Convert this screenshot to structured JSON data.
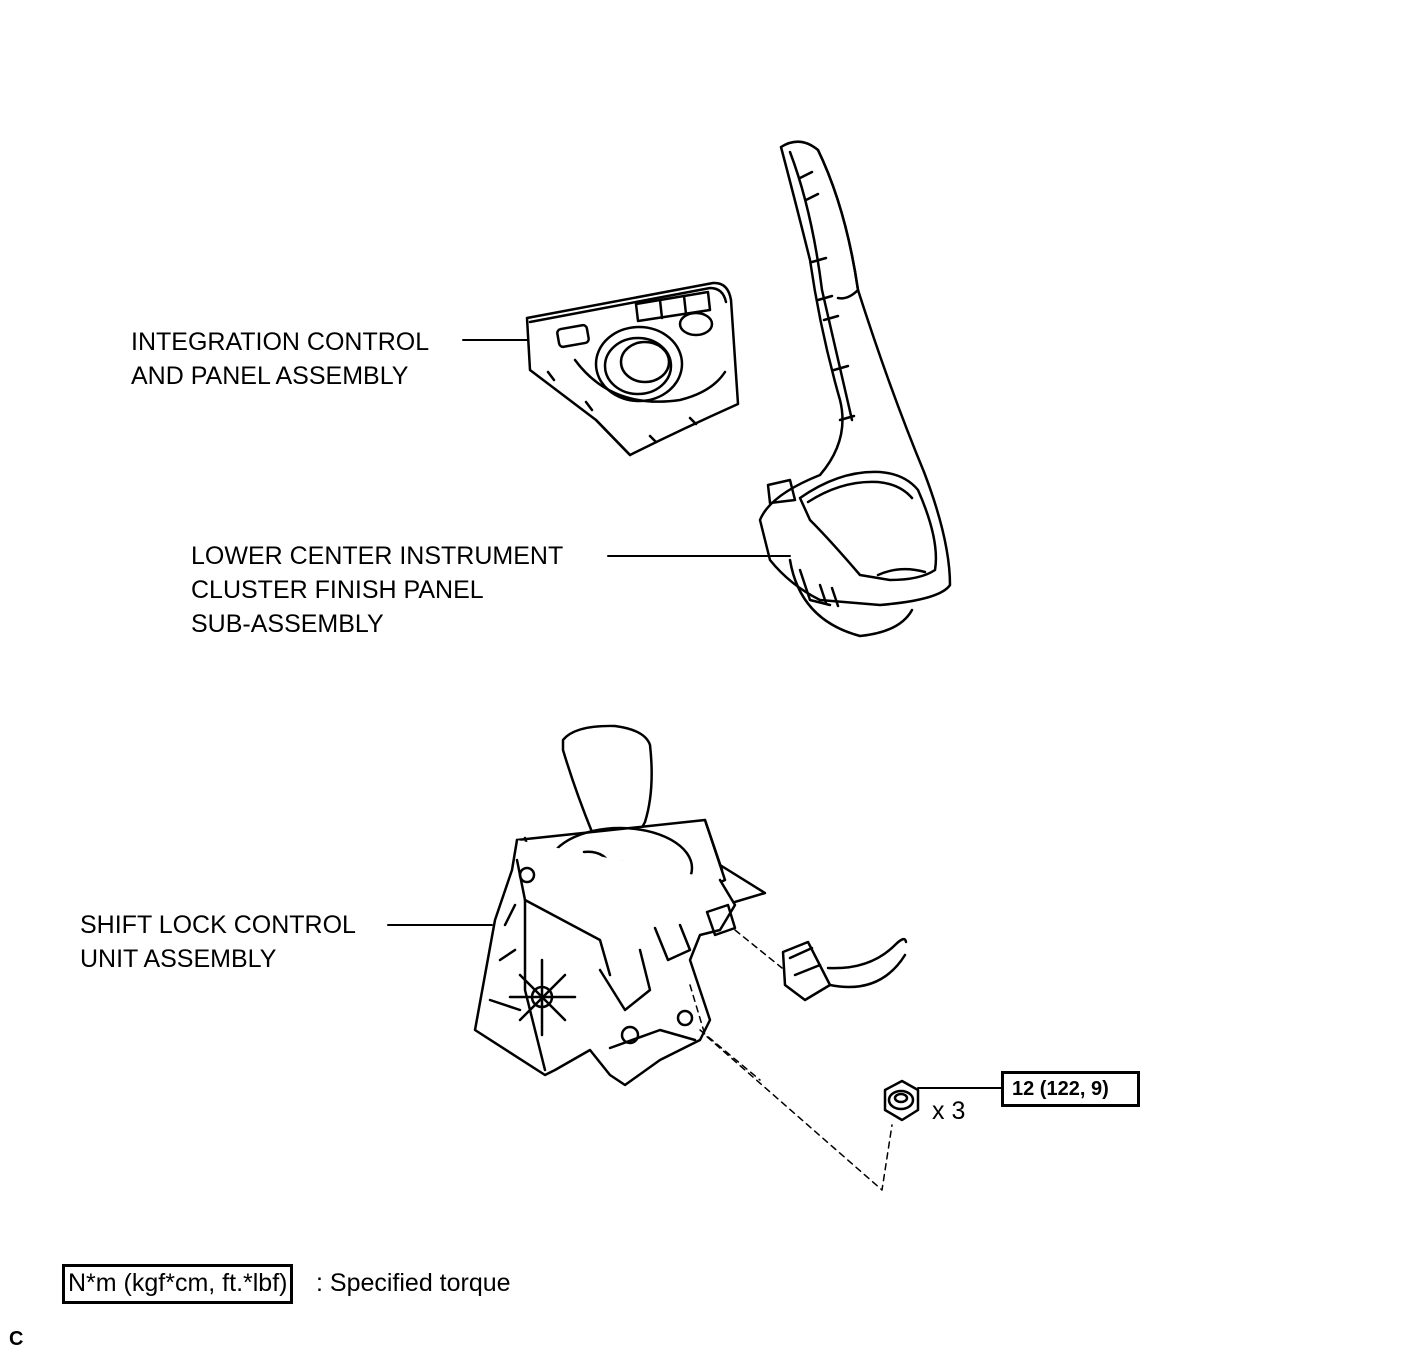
{
  "labels": {
    "integration": [
      "INTEGRATION CONTROL",
      "AND PANEL ASSEMBLY"
    ],
    "lower_panel": [
      "LOWER CENTER INSTRUMENT",
      "CLUSTER FINISH PANEL",
      "SUB-ASSEMBLY"
    ],
    "shift_lock": [
      "SHIFT LOCK CONTROL",
      "UNIT ASSEMBLY"
    ]
  },
  "nut": {
    "quantity": "x 3",
    "torque": "12 (122, 9)"
  },
  "legend": {
    "unit_box": "N*m (kgf*cm, ft.*lbf)",
    "description": ": Specified torque"
  },
  "corner_mark": "C"
}
